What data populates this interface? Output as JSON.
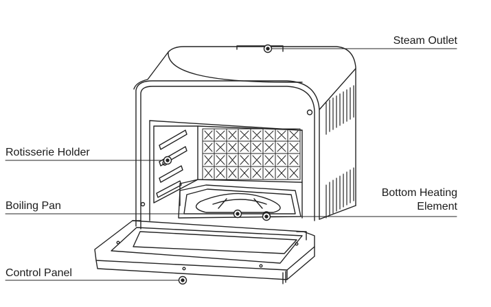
{
  "labels": {
    "steam_outlet": "Steam Outlet",
    "rotisserie_holder": "Rotisserie Holder",
    "boiling_pan": "Boiling Pan",
    "bottom_heating_element_line1": "Bottom Heating",
    "bottom_heating_element_line2": "Element",
    "control_panel": "Control Panel"
  },
  "colors": {
    "line": "#222222",
    "background": "#ffffff"
  }
}
